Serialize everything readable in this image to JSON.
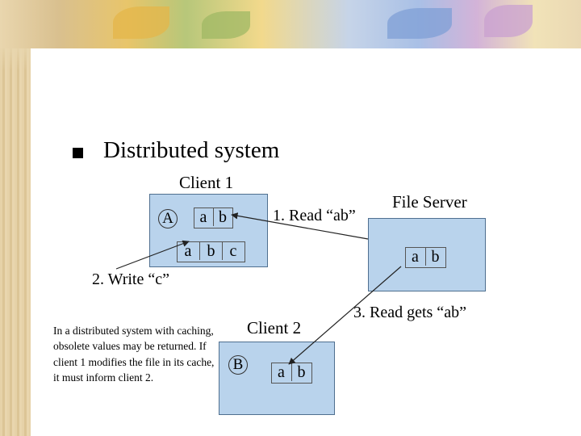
{
  "bullet_title": "Distributed system",
  "client1": {
    "label": "Client 1",
    "process": "A",
    "cache_top": [
      "a",
      "b"
    ],
    "cache_bottom": [
      "a",
      "b",
      "c"
    ]
  },
  "file_server": {
    "label": "File Server",
    "data": [
      "a",
      "b"
    ]
  },
  "client2": {
    "label": "Client 2",
    "process": "B",
    "data": [
      "a",
      "b"
    ]
  },
  "steps": {
    "read": "1. Read “ab”",
    "write": "2. Write “c”",
    "read_gets": "3. Read gets “ab”"
  },
  "note": "In a distributed system with caching, obsolete values may be returned. If client 1 modifies the file in its cache, it must inform client 2.",
  "colors": {
    "box_fill": "#b9d3ec",
    "box_border": "#4f6f8f"
  }
}
